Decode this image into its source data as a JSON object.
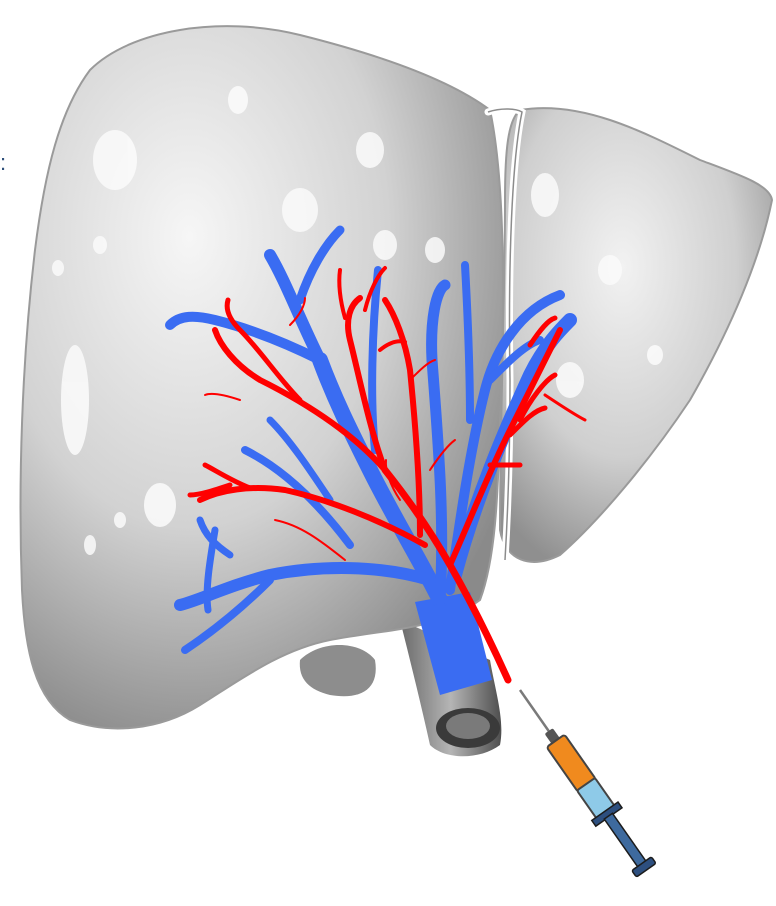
{
  "figure": {
    "edge_glyph": ":",
    "organ": "liver",
    "vessels": [
      {
        "name": "portal-vein",
        "color": "#3a6cf2"
      },
      {
        "name": "hepatic-artery",
        "color": "#ff0000"
      }
    ],
    "instrument": "syringe",
    "colors": {
      "liver_light": "#f4f4f4",
      "liver_mid": "#c9c9c9",
      "liver_dark": "#7d7d7d",
      "vein_blue": "#3a6cf2",
      "artery_red": "#ff0000",
      "syringe_orange": "#f08a1e",
      "syringe_light_blue": "#8ecae8",
      "syringe_dark_blue": "#2d4f7f"
    }
  }
}
